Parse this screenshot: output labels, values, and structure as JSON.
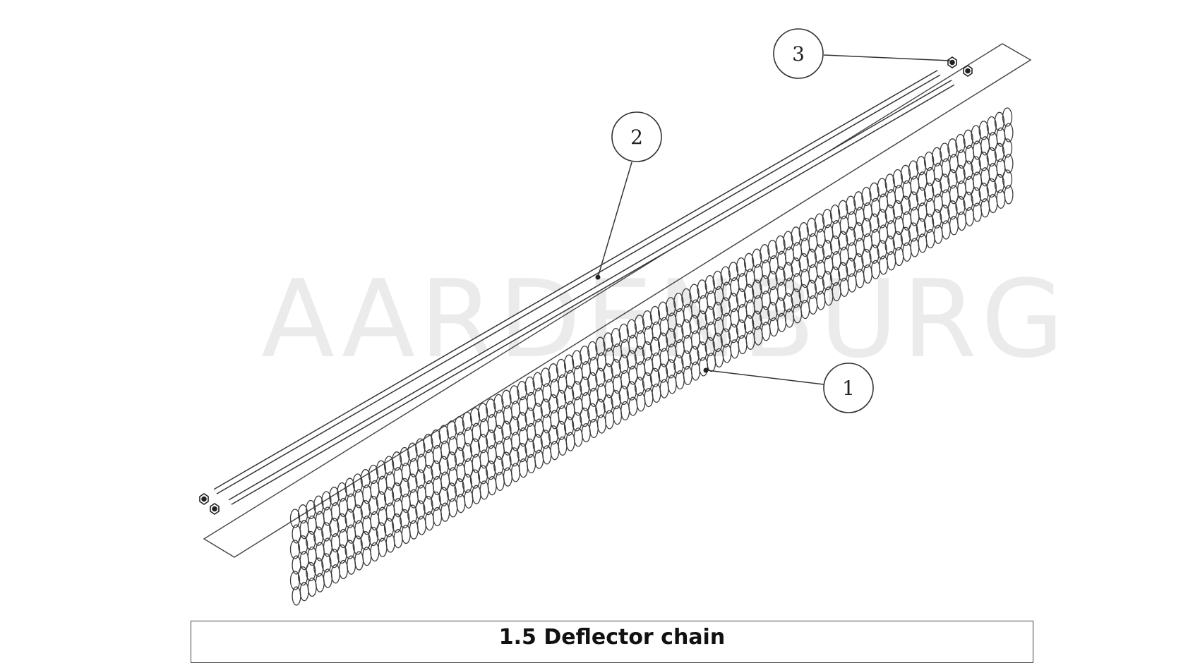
{
  "diagram": {
    "watermark": "AARDENBURG",
    "callouts": [
      {
        "id": "callout-1",
        "label": "1"
      },
      {
        "id": "callout-2",
        "label": "2"
      },
      {
        "id": "callout-3",
        "label": "3"
      }
    ],
    "colors": {
      "line": "#333333",
      "watermark": "#ebebeb"
    }
  },
  "caption": {
    "title": "1.5 Deflector chain"
  }
}
